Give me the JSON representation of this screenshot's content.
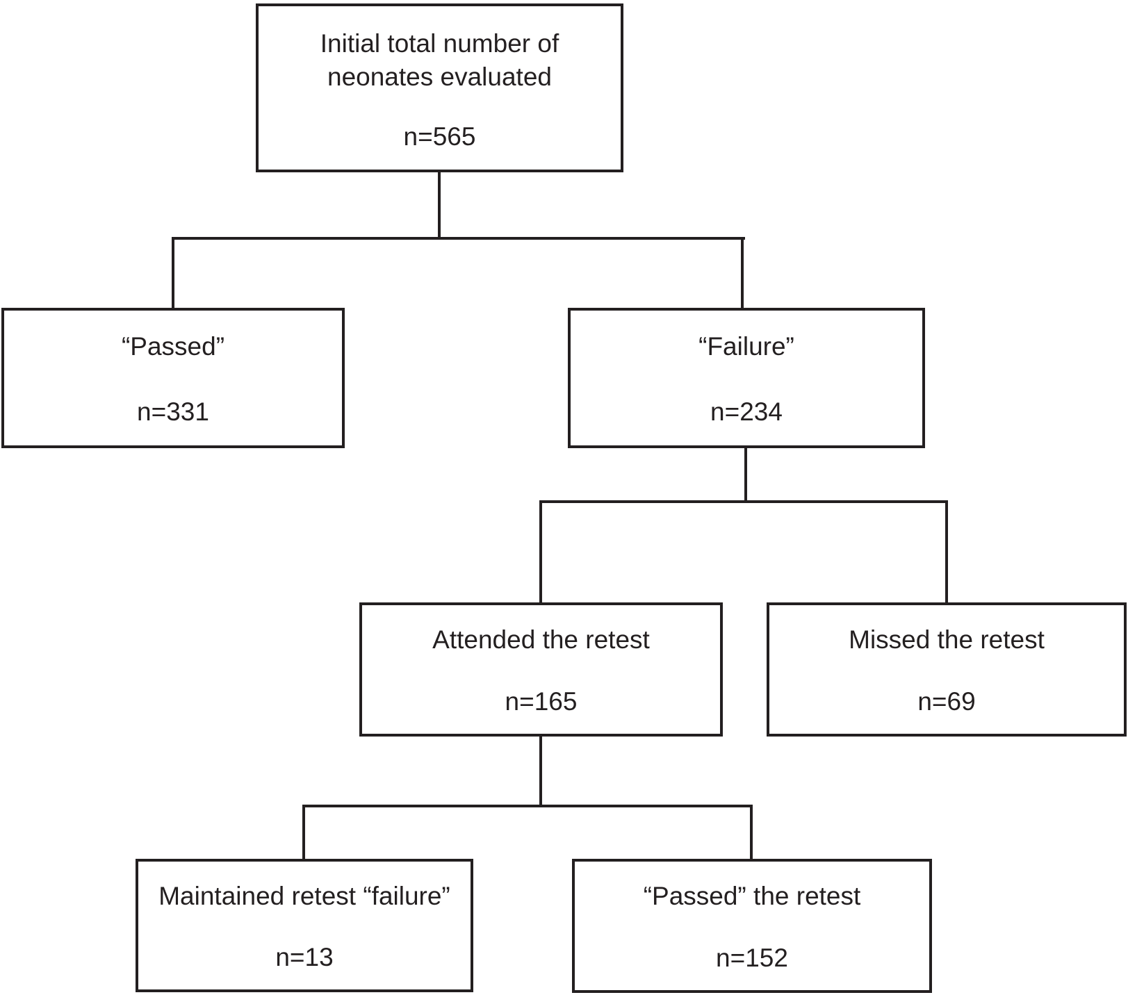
{
  "figure": {
    "type": "flowchart",
    "line_color": "#231f20",
    "background_color": "#ffffff",
    "box_fill": "#ffffff"
  },
  "nodes": {
    "total": {
      "label": "Initial total number of neonates evaluated",
      "n_label": "n=565",
      "n": 565
    },
    "passed": {
      "label": "“Passed”",
      "n_label": "n=331",
      "n": 331
    },
    "failure": {
      "label": "“Failure”",
      "n_label": "n=234",
      "n": 234
    },
    "attended": {
      "label": "Attended the retest",
      "n_label": "n=165",
      "n": 165
    },
    "missed": {
      "label": "Missed the retest",
      "n_label": "n=69",
      "n": 69
    },
    "maintained": {
      "label": "Maintained retest “failure”",
      "n_label": "n=13",
      "n": 13
    },
    "passed_retest": {
      "label": "“Passed” the retest",
      "n_label": "n=152",
      "n": 152
    }
  },
  "edges": [
    {
      "from": "total",
      "to": "passed"
    },
    {
      "from": "total",
      "to": "failure"
    },
    {
      "from": "failure",
      "to": "attended"
    },
    {
      "from": "failure",
      "to": "missed"
    },
    {
      "from": "attended",
      "to": "maintained"
    },
    {
      "from": "attended",
      "to": "passed_retest"
    }
  ]
}
